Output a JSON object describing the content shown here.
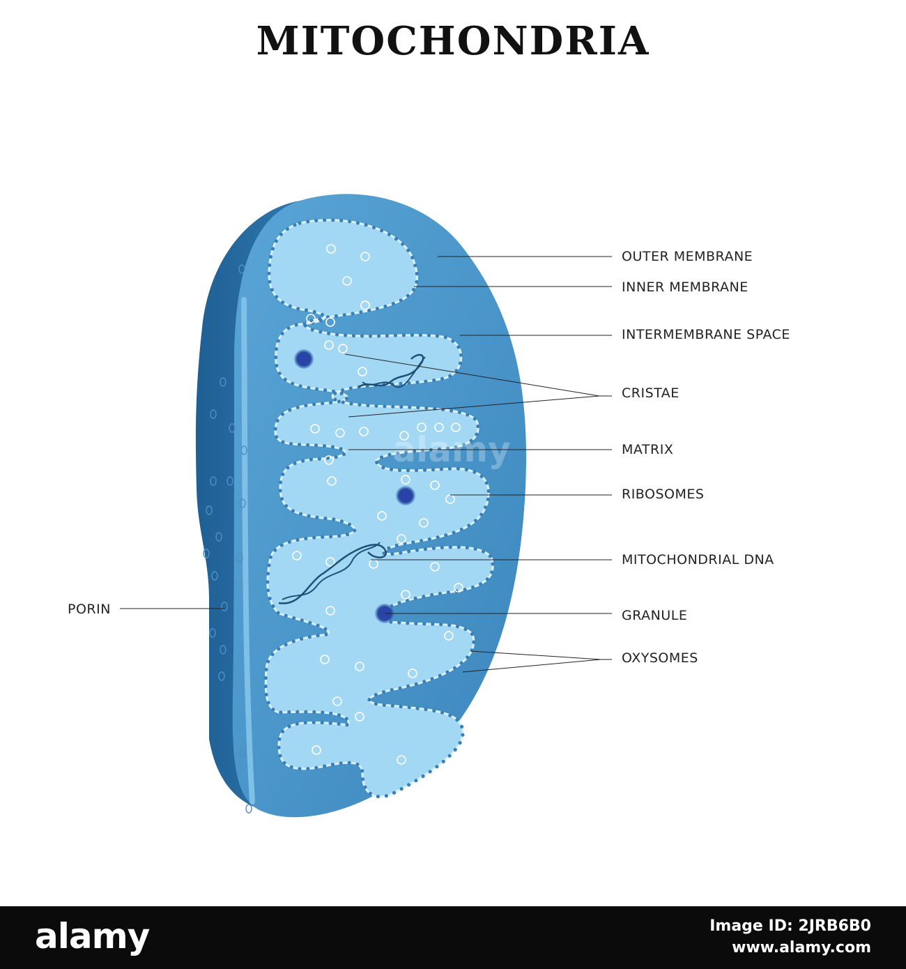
{
  "title": "MITOCHONDRIA",
  "labels": {
    "outer_membrane": "OUTER MEMBRANE",
    "inner_membrane": "INNER MEMBRANE",
    "intermembrane_space": "INTERMEMBRANE SPACE",
    "cristae": "CRISTAE",
    "matrix": "MATRIX",
    "ribosomes": "RIBOSOMES",
    "mitochondrial_dna": "MITOCHONDRIAL DNA",
    "granule": "GRANULE",
    "oxysomes": "OXYSOMES",
    "porin": "PORIN"
  },
  "watermark": "alamy",
  "footer": {
    "brand": "alamy",
    "image_id": "Image ID: 2JRB6B0",
    "site": "www.alamy.com"
  },
  "colors": {
    "outer_body": "#3f8ec6",
    "outer_side": "#2a6fa6",
    "intermembrane": "#4b97cc",
    "matrix": "#9fd6f3",
    "oxysome_dots": "#3a7fb5",
    "granule": "#233f9a",
    "dna": "#1d4f78",
    "footer_bg": "#0b0b0b"
  }
}
